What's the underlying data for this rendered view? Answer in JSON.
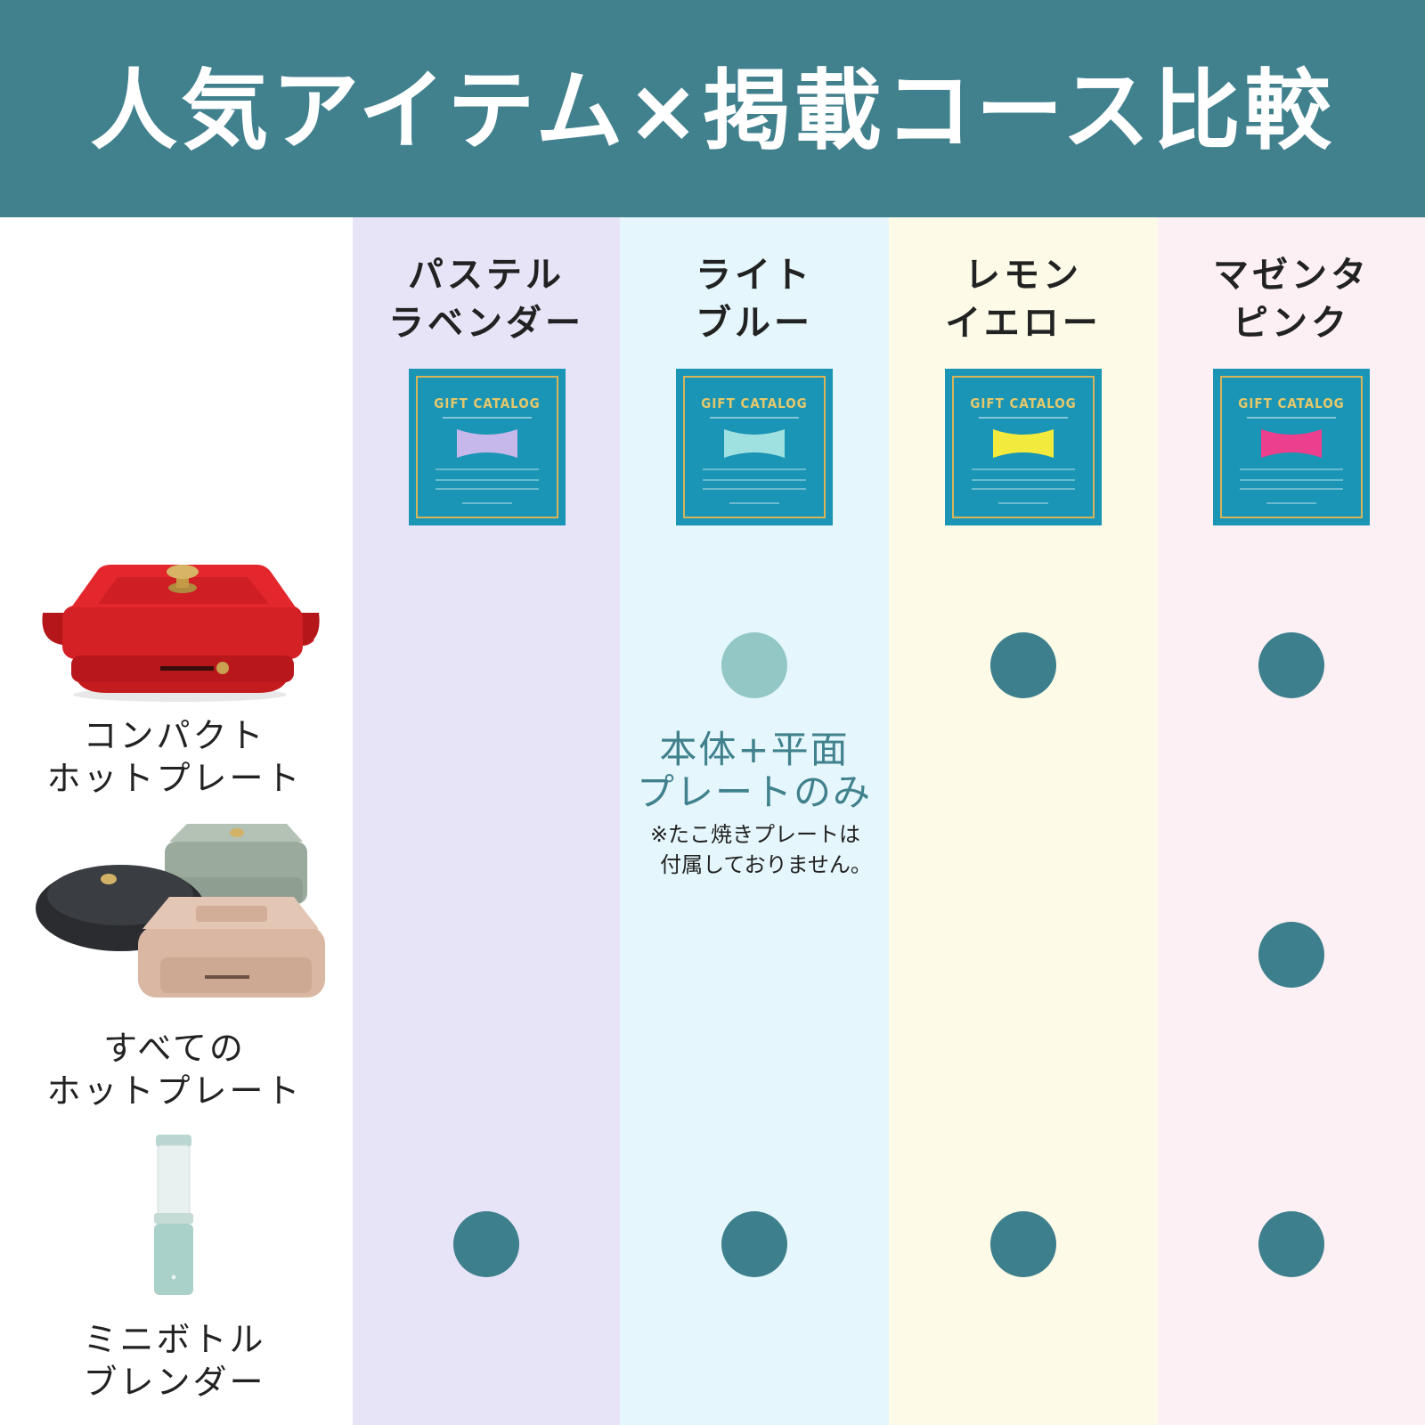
{
  "header": {
    "title": "人気アイテム×掲載コース比較"
  },
  "courses": [
    {
      "name": "パステル\nラベンダー",
      "color": "#e8e4f8",
      "accent": "#c7b8ec",
      "catalog_title": "GIFT CATALOG"
    },
    {
      "name": "ライト\nブルー",
      "color": "#e5f7fc",
      "accent": "#9fe0e0",
      "catalog_title": "GIFT CATALOG"
    },
    {
      "name": "レモン\nイエロー",
      "color": "#fdfbe8",
      "accent": "#f2ea3c",
      "catalog_title": "GIFT CATALOG"
    },
    {
      "name": "マゼンタ\nピンク",
      "color": "#fdf0f5",
      "accent": "#ec3f8e",
      "catalog_title": "GIFT CATALOG"
    }
  ],
  "items": [
    {
      "name": "コンパクト\nホットプレート",
      "image": "red-hot-plate-image",
      "included": [
        false,
        "partial",
        true,
        true
      ]
    },
    {
      "name": "すべての\nホットプレート",
      "image": "hot-plates-group-image",
      "included": [
        false,
        false,
        false,
        true
      ]
    },
    {
      "name": "ミニボトル\nブレンダー",
      "image": "mini-bottle-blender-image",
      "included": [
        true,
        true,
        true,
        true
      ]
    }
  ],
  "note": {
    "main": "本体+平面\nプレートのみ",
    "sub": "※たこ焼きプレートは\n　付属しておりません。"
  },
  "colors": {
    "banner": "#41818e",
    "dot": "#3d7f8c",
    "dot_partial": "#92c7c5"
  }
}
